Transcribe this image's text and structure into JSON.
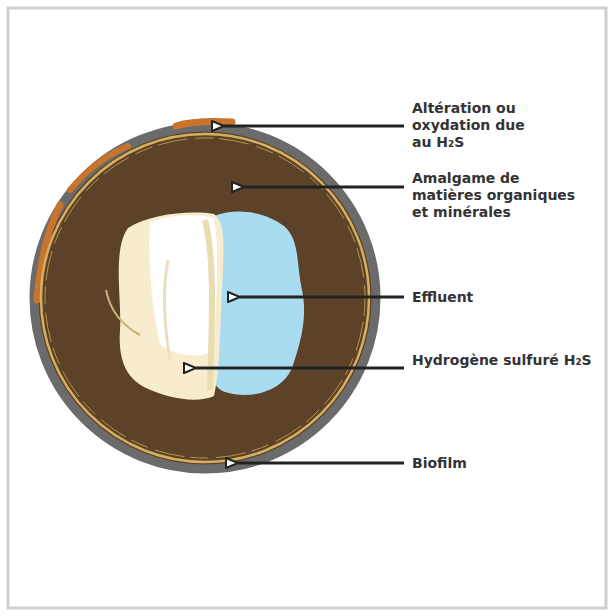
{
  "diagram": {
    "labels": [
      "Altération ou oxydation due au H₂S",
      "Amalgame de matières organiques et minérales",
      "Effluent",
      "Hydrogène sulfuré H₂S",
      "Biofilm"
    ]
  }
}
